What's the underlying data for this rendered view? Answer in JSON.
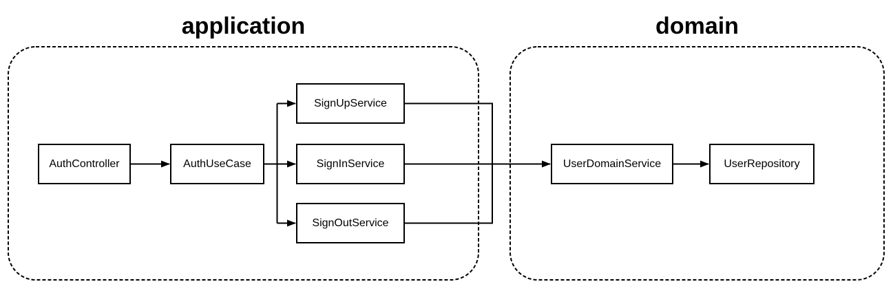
{
  "diagram": {
    "type": "flowchart",
    "background": "#ffffff",
    "stroke_color": "#000000",
    "node_fill": "#ffffff",
    "groups": {
      "application": {
        "label": "application"
      },
      "domain": {
        "label": "domain"
      }
    },
    "nodes": {
      "auth_controller": {
        "label": "AuthController",
        "group": "application"
      },
      "auth_use_case": {
        "label": "AuthUseCase",
        "group": "application"
      },
      "sign_up_service": {
        "label": "SignUpService",
        "group": "application"
      },
      "sign_in_service": {
        "label": "SignInService",
        "group": "application"
      },
      "sign_out_service": {
        "label": "SignOutService",
        "group": "application"
      },
      "user_domain_service": {
        "label": "UserDomainService",
        "group": "domain"
      },
      "user_repository": {
        "label": "UserRepository",
        "group": "domain"
      }
    },
    "edges": [
      {
        "from": "AuthController",
        "to": "AuthUseCase"
      },
      {
        "from": "AuthUseCase",
        "to": "SignUpService"
      },
      {
        "from": "AuthUseCase",
        "to": "SignInService"
      },
      {
        "from": "AuthUseCase",
        "to": "SignOutService"
      },
      {
        "from": "SignUpService",
        "to": "UserDomainService"
      },
      {
        "from": "SignInService",
        "to": "UserDomainService"
      },
      {
        "from": "SignOutService",
        "to": "UserDomainService"
      },
      {
        "from": "UserDomainService",
        "to": "UserRepository"
      }
    ]
  }
}
